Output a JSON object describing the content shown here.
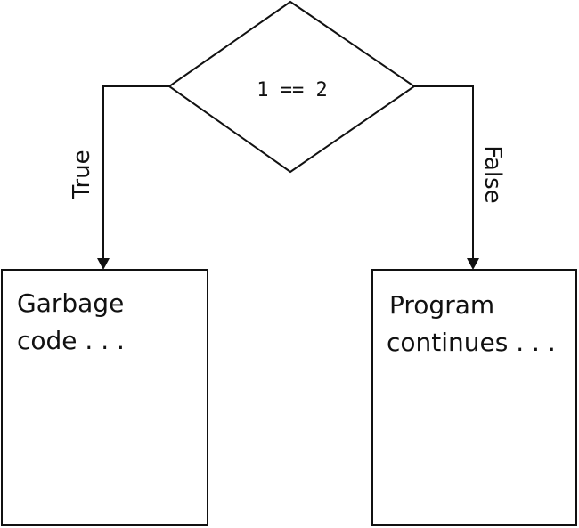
{
  "decision": {
    "condition": "1 == 2"
  },
  "branches": {
    "true_label": "True",
    "false_label": "False"
  },
  "boxes": {
    "true_box": {
      "line1": "Garbage",
      "line2": "code . . ."
    },
    "false_box": {
      "line1": "Program",
      "line2": "continues . . ."
    }
  },
  "colors": {
    "stroke": "#111111",
    "background": "#ffffff"
  }
}
